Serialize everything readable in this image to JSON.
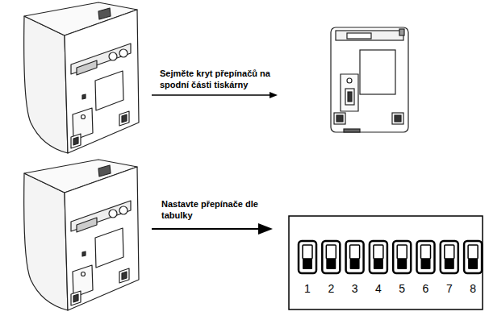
{
  "diagram": {
    "labels": [
      "Sejměte kryt přepínačů na spodní části tiskárny",
      "Nastavte přepínače dle tabulky",
      "1",
      "2",
      "3",
      "4",
      "5",
      "6",
      "7",
      "8"
    ]
  }
}
